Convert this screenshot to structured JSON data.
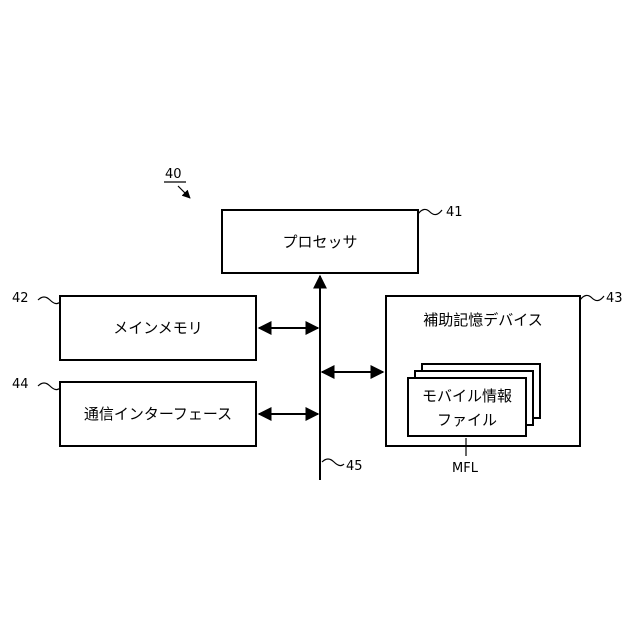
{
  "figure_ref": "40",
  "processor": {
    "label": "プロセッサ",
    "ref": "41"
  },
  "main_memory": {
    "label": "メインメモリ",
    "ref": "42"
  },
  "aux_storage": {
    "label": "補助記憶デバイス",
    "ref": "43"
  },
  "comm_interface": {
    "label": "通信インターフェース",
    "ref": "44"
  },
  "bus": {
    "ref": "45"
  },
  "mobile_file": {
    "label_line1": "モバイル情報",
    "label_line2": "ファイル",
    "ref": "MFL"
  }
}
